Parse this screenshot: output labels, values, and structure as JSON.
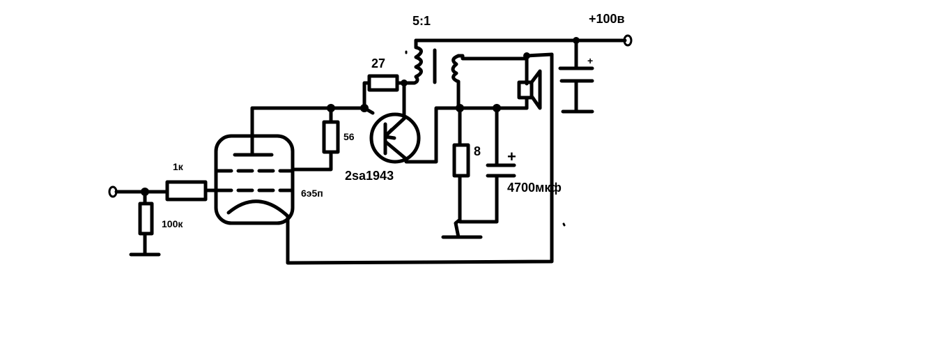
{
  "labels": {
    "supply": "+100в",
    "transformer_ratio": "5:1",
    "r_base": "27",
    "r_emitter": "56",
    "transistor": "2sa1943",
    "r_load": "8",
    "capacitor": "4700мкф",
    "capacitor_plus": "+",
    "supply_cap_plus": "+",
    "r_grid": "1к",
    "r_input": "100к",
    "tube": "6э5п"
  }
}
